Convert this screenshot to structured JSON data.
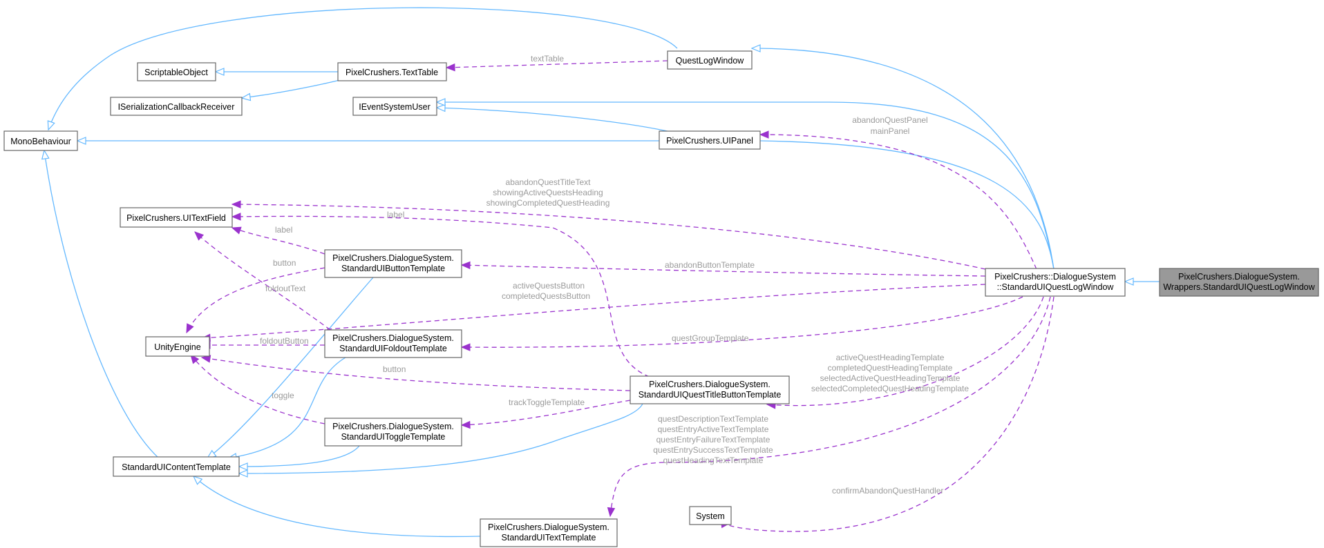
{
  "colors": {
    "inheritance_edge": "#63b8ff",
    "usage_edge": "#9a32cd",
    "label_text": "#9a9a9a",
    "highlight_fill": "#999999"
  },
  "nodes": {
    "mono_behaviour": [
      "MonoBehaviour"
    ],
    "scriptable_object": [
      "ScriptableObject"
    ],
    "iserialization_callback_receiver": [
      "ISerializationCallbackReceiver"
    ],
    "text_table": [
      "PixelCrushers.TextTable"
    ],
    "quest_log_window": [
      "QuestLogWindow"
    ],
    "ievent_system_user": [
      "IEventSystemUser"
    ],
    "ui_panel": [
      "PixelCrushers.UIPanel"
    ],
    "ui_text_field": [
      "PixelCrushers.UITextField"
    ],
    "unity_engine": [
      "UnityEngine"
    ],
    "standard_ui_content_template": [
      "StandardUIContentTemplate"
    ],
    "standard_ui_button_template": [
      "PixelCrushers.DialogueSystem.",
      "StandardUIButtonTemplate"
    ],
    "standard_ui_foldout_template": [
      "PixelCrushers.DialogueSystem.",
      "StandardUIFoldoutTemplate"
    ],
    "standard_ui_toggle_template": [
      "PixelCrushers.DialogueSystem.",
      "StandardUIToggleTemplate"
    ],
    "standard_ui_text_template": [
      "PixelCrushers.DialogueSystem.",
      "StandardUITextTemplate"
    ],
    "standard_ui_quest_title_button_template": [
      "PixelCrushers.DialogueSystem.",
      "StandardUIQuestTitleButtonTemplate"
    ],
    "system": [
      "System"
    ],
    "standard_ui_quest_log_window": [
      "PixelCrushers::DialogueSystem",
      "::StandardUIQuestLogWindow"
    ],
    "wrapper_standard_ui_quest_log_window": [
      "PixelCrushers.DialogueSystem.",
      "Wrappers.StandardUIQuestLogWindow"
    ]
  },
  "edge_labels": {
    "text_table": [
      "textTable"
    ],
    "ui_panel": [
      "abandonQuestPanel",
      "mainPanel"
    ],
    "ui_text_field_from_window": [
      "abandonQuestTitleText",
      "showingActiveQuestsHeading",
      "showingCompletedQuestHeading"
    ],
    "ui_text_field_from_title_button": [
      "label"
    ],
    "ui_text_field_from_button": [
      "label"
    ],
    "ui_text_field_from_foldout": [
      "foldoutText"
    ],
    "button_template": [
      "abandonButtonTemplate"
    ],
    "unity_from_window": [
      "activeQuestsButton",
      "completedQuestsButton"
    ],
    "unity_from_button": [
      "button"
    ],
    "unity_from_foldout": [
      "foldoutButton"
    ],
    "unity_from_title_button": [
      "button"
    ],
    "unity_from_toggle": [
      "toggle"
    ],
    "foldout_template": [
      "questGroupTemplate"
    ],
    "title_button_template": [
      "activeQuestHeadingTemplate",
      "completedQuestHeadingTemplate",
      "selectedActiveQuestHeadingTemplate",
      "selectedCompletedQuestHeadingTemplate"
    ],
    "toggle_template": [
      "trackToggleTemplate"
    ],
    "text_template": [
      "questDescriptionTextTemplate",
      "questEntryActiveTextTemplate",
      "questEntryFailureTextTemplate",
      "questEntrySuccessTextTemplate",
      "questHeadingTextTemplate"
    ],
    "system": [
      "confirmAbandonQuestHandler"
    ]
  }
}
